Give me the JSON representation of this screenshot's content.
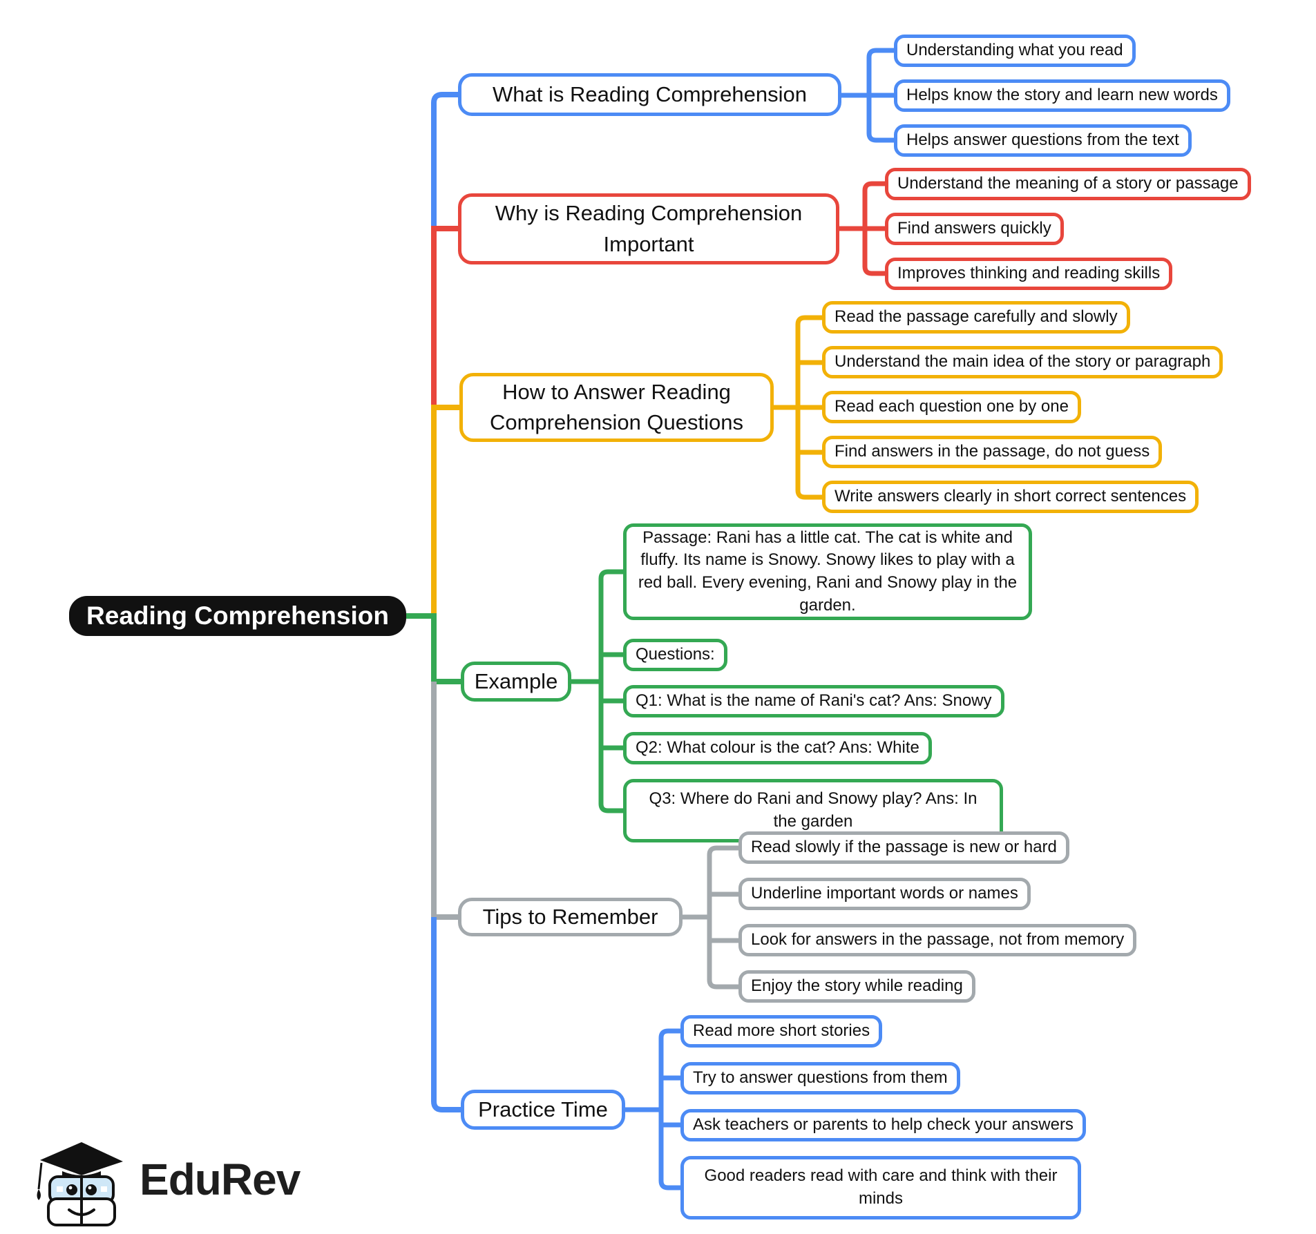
{
  "center": {
    "label": "Reading Comprehension"
  },
  "colors": {
    "background": "#ffffff",
    "center_bg": "#111111",
    "text": "#111111",
    "blue": "#4C8BF5",
    "red": "#E8463C",
    "yellow": "#F2B107",
    "green": "#34A853",
    "gray": "#A3A9AD"
  },
  "branches": [
    {
      "name": "what-is",
      "color": "#4C8BF5",
      "label": "What is Reading Comprehension",
      "children": [
        "Understanding what you read",
        "Helps know the story and learn new words",
        "Helps answer questions from the text"
      ]
    },
    {
      "name": "why-important",
      "color": "#E8463C",
      "label": "Why is Reading Comprehension Important",
      "children": [
        "Understand the meaning of a story or passage",
        "Find answers quickly",
        "Improves thinking and reading skills"
      ]
    },
    {
      "name": "how-to-answer",
      "color": "#F2B107",
      "label": "How to Answer Reading Comprehension Questions",
      "children": [
        "Read the passage carefully and slowly",
        "Understand the main idea of the story or paragraph",
        "Read each question one by one",
        "Find answers in the passage, do not guess",
        "Write answers clearly in short correct sentences"
      ]
    },
    {
      "name": "example",
      "color": "#34A853",
      "label": "Example",
      "children": [
        "Passage: Rani has a little cat. The cat is white and fluffy. Its name is Snowy. Snowy likes to play with a red ball. Every evening, Rani and Snowy play in the garden.",
        "Questions:",
        "Q1: What is the name of Rani's cat? Ans: Snowy",
        "Q2: What colour is the cat? Ans: White",
        "Q3: Where do Rani and Snowy play? Ans: In the garden"
      ]
    },
    {
      "name": "tips",
      "color": "#A3A9AD",
      "label": "Tips to Remember",
      "children": [
        "Read slowly if the passage is new or hard",
        "Underline important words or names",
        "Look for answers in the passage, not from memory",
        "Enjoy the story while reading"
      ]
    },
    {
      "name": "practice",
      "color": "#4C8BF5",
      "label": "Practice Time",
      "children": [
        "Read more short stories",
        "Try to answer questions from them",
        "Ask teachers or parents to help check your answers",
        "Good readers read with care and think with their minds"
      ]
    }
  ],
  "logo": {
    "text": "EduRev"
  }
}
